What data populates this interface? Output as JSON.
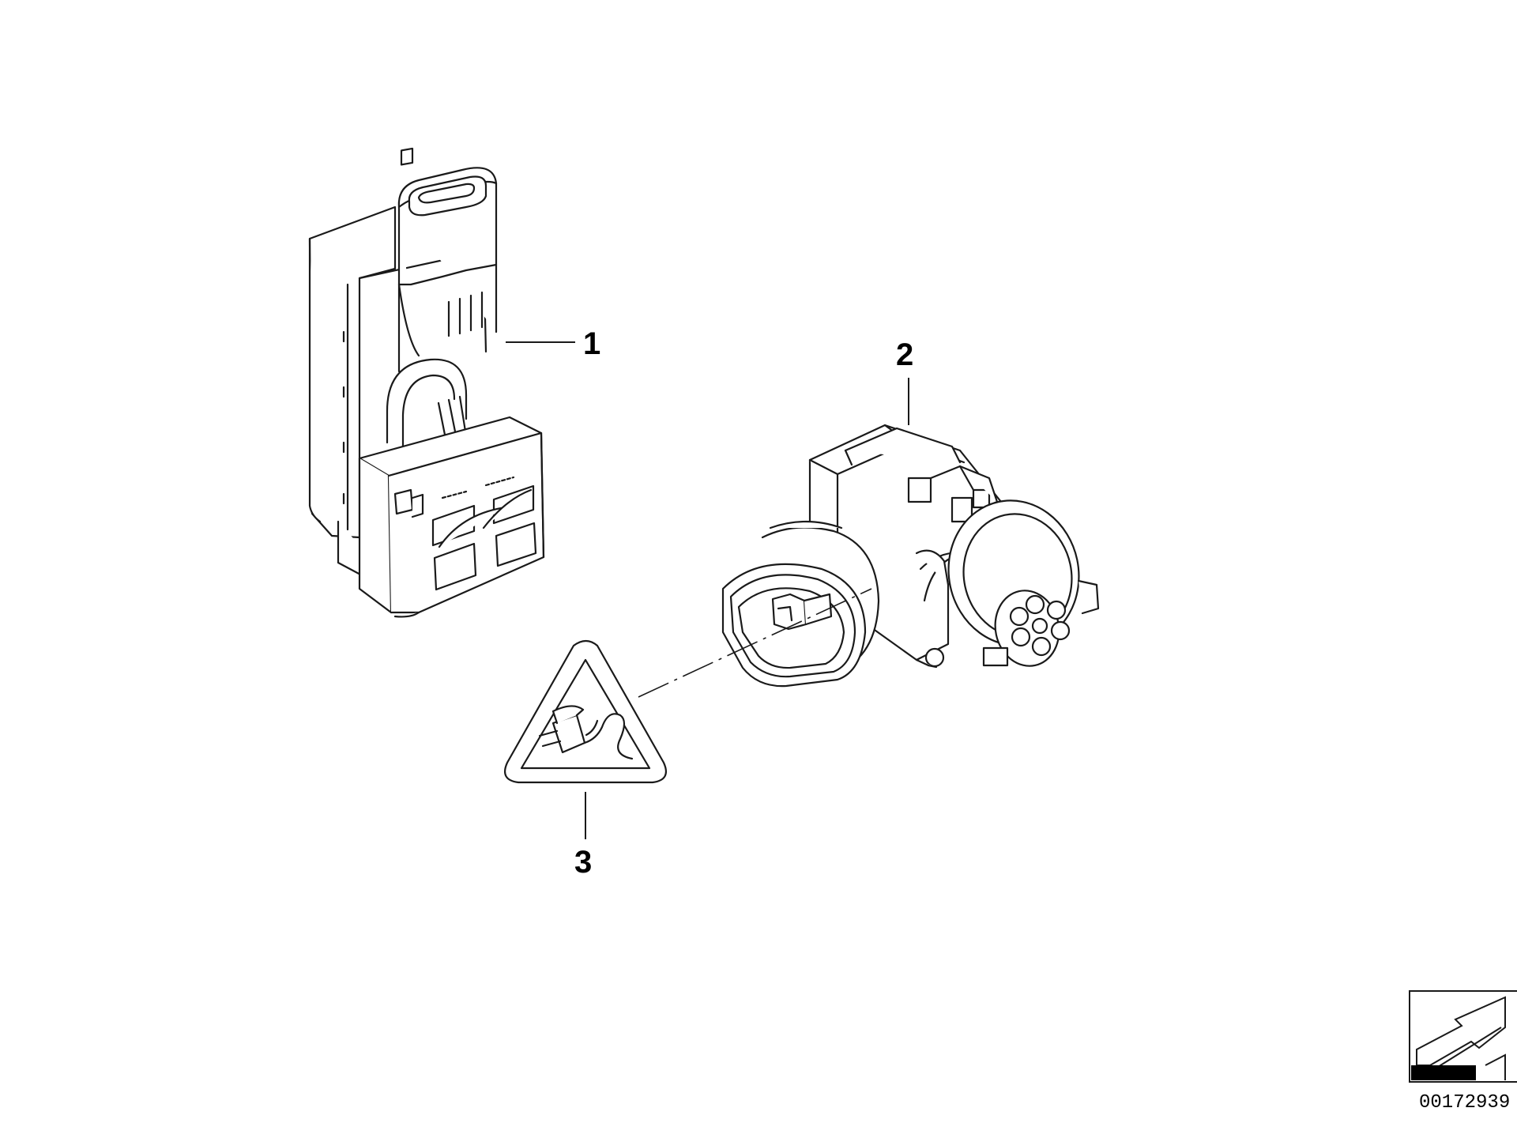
{
  "diagram": {
    "callouts": [
      {
        "id": "1",
        "label": "1"
      },
      {
        "id": "2",
        "label": "2"
      },
      {
        "id": "3",
        "label": "3"
      }
    ],
    "drawing_number": "00172939",
    "colors": {
      "line": "#1a1a1a",
      "fill": "#ffffff",
      "accent": "#000000"
    },
    "icons": {
      "part_1": "pressure-sensor-module-icon",
      "part_2": "round-plug-connector-icon",
      "part_3": "warning-triangle-plug-icon",
      "orientation": "arrow-pointing-to-vehicle-icon"
    }
  }
}
